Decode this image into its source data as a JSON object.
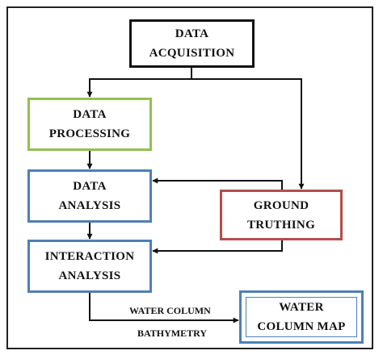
{
  "nodes": {
    "acquisition": {
      "line1": "DATA",
      "line2": "ACQUISITION"
    },
    "processing": {
      "line1": "DATA",
      "line2": "PROCESSING"
    },
    "analysis": {
      "line1": "DATA",
      "line2": "ANALYSIS"
    },
    "ground_truthing": {
      "line1": "GROUND",
      "line2": "TRUTHING"
    },
    "interaction": {
      "line1": "INTERACTION",
      "line2": "ANALYSIS"
    },
    "map": {
      "line1": "WATER",
      "line2": "COLUMN MAP"
    }
  },
  "edge_labels": {
    "water_column": "WATER COLUMN",
    "bathymetry": "BATHYMETRY"
  },
  "colors": {
    "outline": "#111111",
    "processing": "#92c050",
    "analysis": "#4f7fb5",
    "ground_truthing": "#b54d4a"
  }
}
